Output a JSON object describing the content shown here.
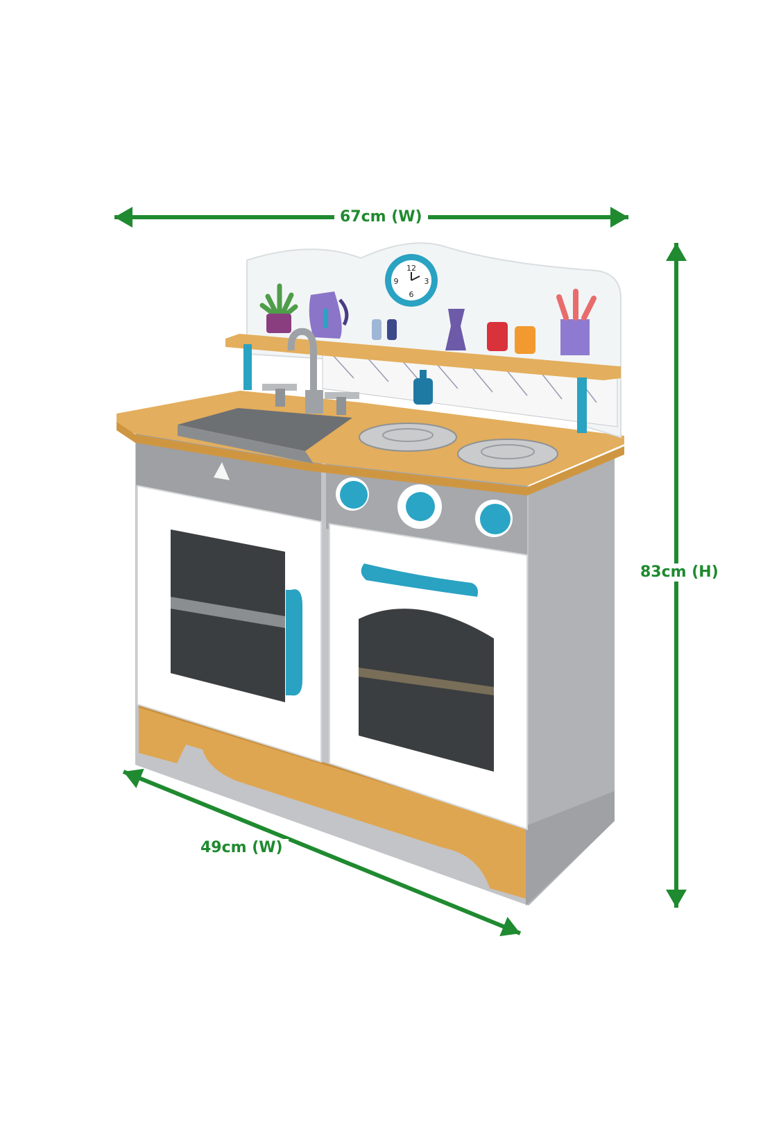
{
  "colors": {
    "dimension": "#1f8a2f",
    "wood": "#e2ab57",
    "cabinet": "#b7b9bc",
    "door": "#ffffff",
    "accent": "#2aa2c2",
    "backsplash": "#f1f5f6"
  },
  "dimensions": {
    "width_label": "67cm (W)",
    "height_label": "83cm (H)",
    "depth_label": "49cm (W)"
  },
  "clock": {
    "num_12": "12",
    "num_3": "3",
    "num_6": "6",
    "num_9": "9"
  }
}
